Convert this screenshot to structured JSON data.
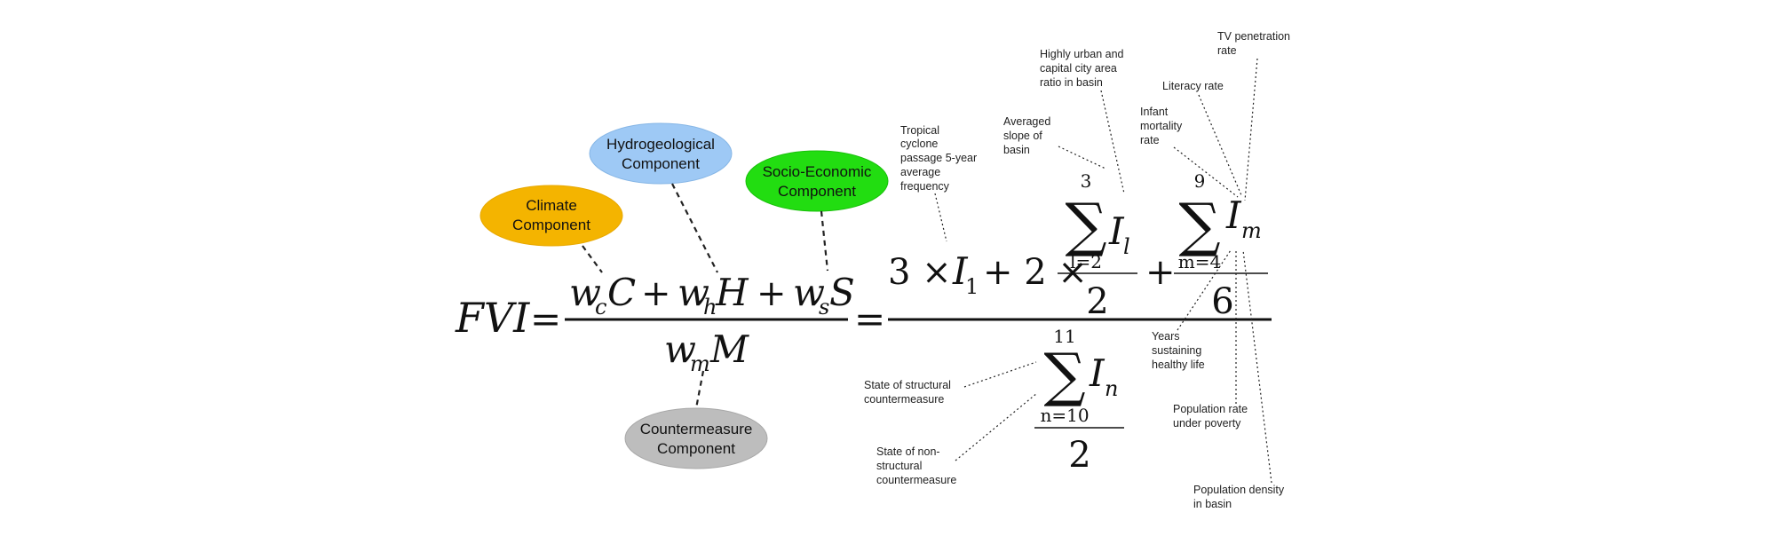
{
  "components": {
    "climate": {
      "line1": "Climate",
      "line2": "Component",
      "color": "#f4b400"
    },
    "hydro": {
      "line1": "Hydrogeological",
      "line2": "Component",
      "color": "#9ec9f5"
    },
    "socio": {
      "line1": "Socio-Economic",
      "line2": "Component",
      "color": "#22dd11"
    },
    "counter": {
      "line1": "Countermeasure",
      "line2": "Component",
      "color": "#bdbdbd"
    }
  },
  "formula": {
    "fvi": "FVI",
    "eq": "=",
    "wc": "w",
    "wc_sub": "c",
    "C": "C",
    "plus": "+",
    "wh": "w",
    "wh_sub": "h",
    "H": "H",
    "ws": "w",
    "ws_sub": "s",
    "S": "S",
    "wm": "w",
    "wm_sub": "m",
    "M": "M",
    "three_times": "3 ×",
    "I1": "I",
    "I1_sub": "1",
    "two_times": "+ 2 ×",
    "sum_sign": "∑",
    "sum_l_top": "3",
    "sum_l_bottom": "l=2",
    "I_l": "I",
    "I_l_sub": "l",
    "sum_m_top": "9",
    "sum_m_bottom": "m=4",
    "I_m": "I",
    "I_m_sub": "m",
    "sum_n_top": "11",
    "sum_n_bottom": "n=10",
    "I_n": "I",
    "I_n_sub": "n",
    "den_2a": "2",
    "den_6": "6",
    "den_2b": "2"
  },
  "notes": {
    "tropical": [
      "Tropical",
      "cyclone",
      "passage 5-year",
      "average",
      "frequency"
    ],
    "slope": [
      "Averaged",
      "slope of",
      "basin"
    ],
    "urban": [
      "Highly urban and",
      "capital city area",
      "ratio in basin"
    ],
    "tv": [
      "TV penetration",
      "rate"
    ],
    "literacy": [
      "Literacy rate"
    ],
    "infant": [
      "Infant",
      "mortality",
      "rate"
    ],
    "years": [
      "Years",
      "sustaining",
      "healthy life"
    ],
    "poverty": [
      "Population rate",
      "under poverty"
    ],
    "density": [
      "Population density",
      "in basin"
    ],
    "structural": [
      "State of structural",
      "countermeasure"
    ],
    "nonstructural": [
      "State of non-",
      "structural",
      "countermeasure"
    ]
  }
}
